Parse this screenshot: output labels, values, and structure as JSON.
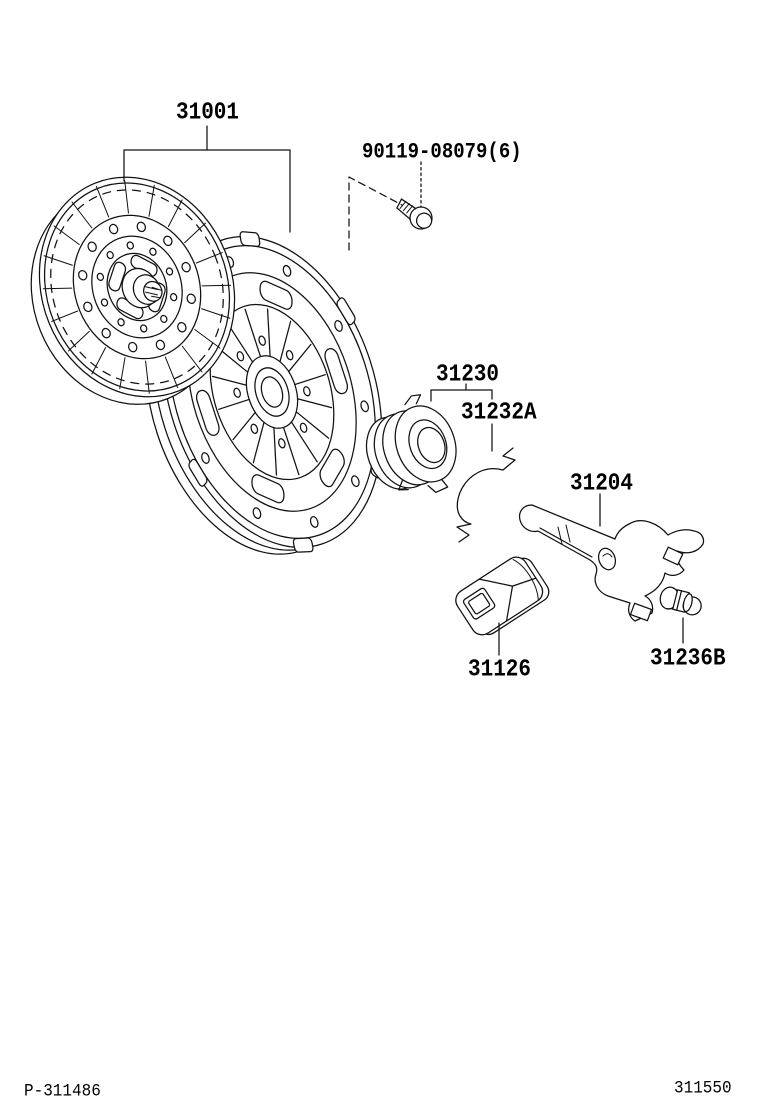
{
  "diagram": {
    "parts": [
      {
        "id": "clutch-disc-and-cover-assembly",
        "label": "31001"
      },
      {
        "id": "clutch-cover-bolt",
        "label": "90119-08079(6)"
      },
      {
        "id": "clutch-release-bearing",
        "label": "31230"
      },
      {
        "id": "release-bearing-clip",
        "label": "31232A"
      },
      {
        "id": "clutch-release-fork",
        "label": "31204"
      },
      {
        "id": "release-fork-boot",
        "label": "31126"
      },
      {
        "id": "release-fork-pivot-bolt",
        "label": "31236B"
      }
    ],
    "footer": {
      "left_code": "P-311486",
      "right_code": "311550"
    },
    "colors": {
      "ink": "#111111",
      "background": "#ffffff"
    }
  }
}
